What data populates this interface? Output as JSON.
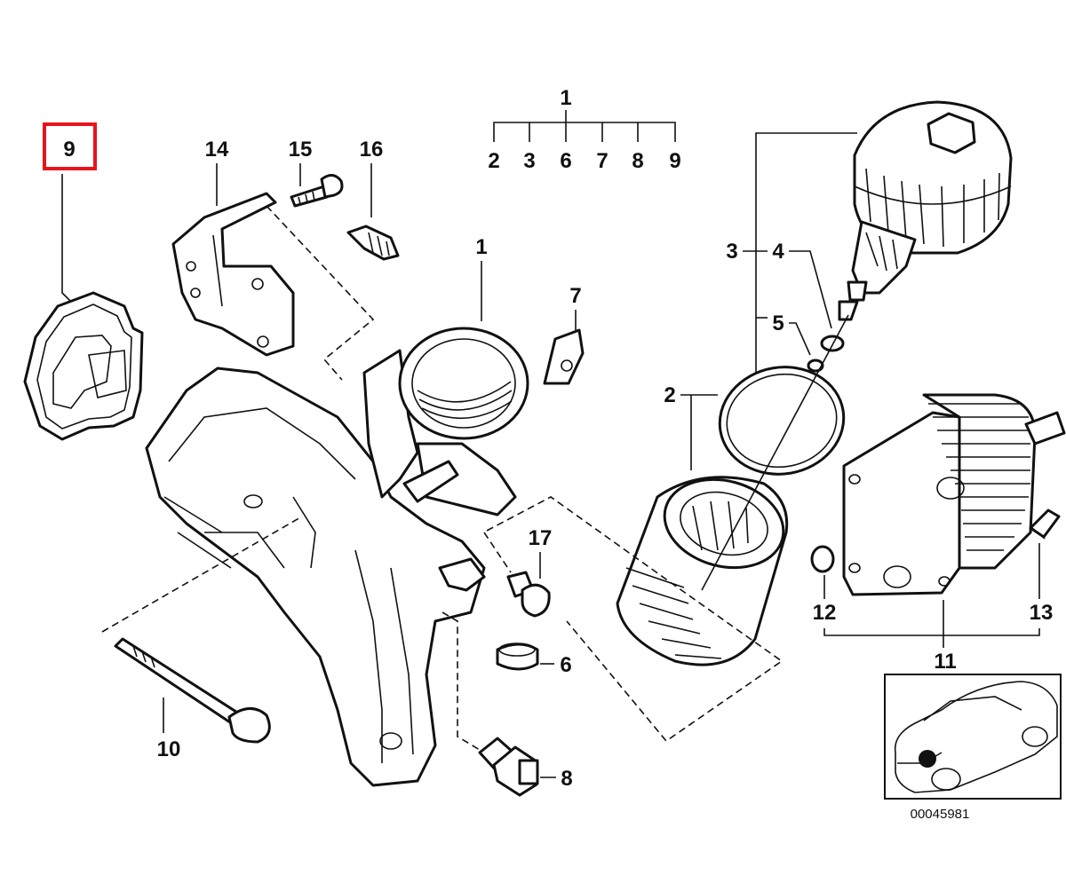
{
  "diagram_id": "00045981",
  "highlight": {
    "label": "9",
    "color": "#e8141b"
  },
  "callouts": {
    "c1_top": "1",
    "group_sub": [
      "2",
      "3",
      "6",
      "7",
      "8",
      "9"
    ],
    "c14": "14",
    "c15": "15",
    "c16": "16",
    "c1_housing": "1",
    "c7": "7",
    "c3": "3",
    "c4": "4",
    "c5": "5",
    "c2": "2",
    "c17": "17",
    "c6": "6",
    "c10": "10",
    "c8": "8",
    "c12": "12",
    "c13": "13",
    "c11": "11"
  }
}
